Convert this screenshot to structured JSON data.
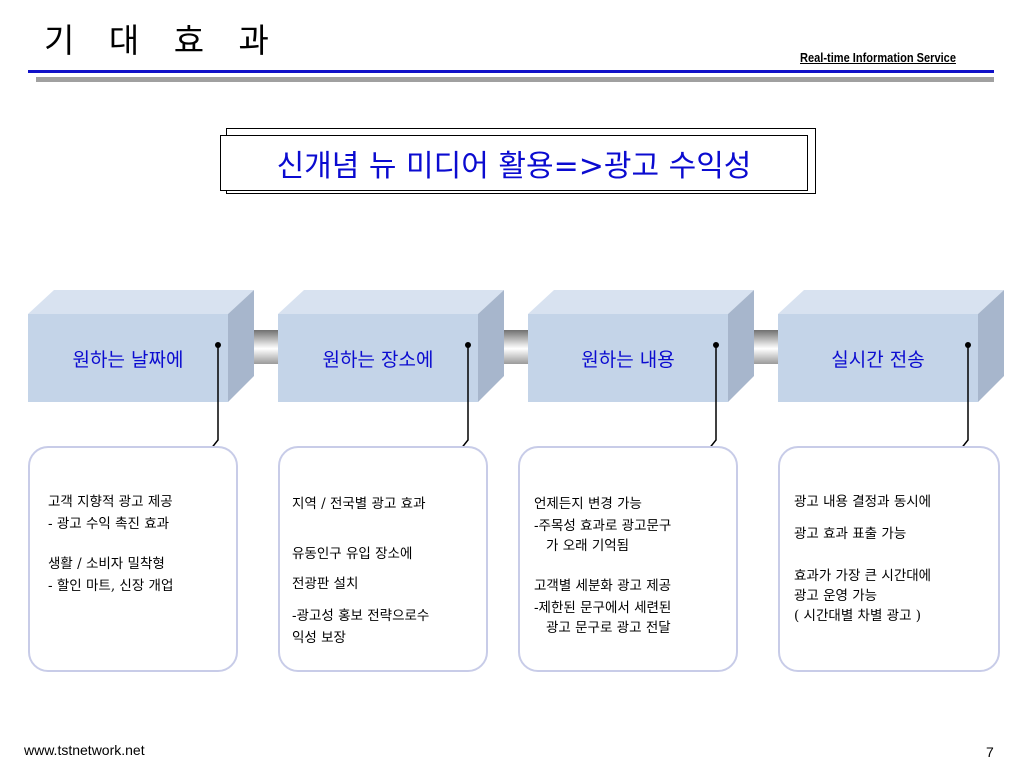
{
  "header": {
    "title": "기 대 효 과",
    "brand": "Real-time  Information  Service"
  },
  "headline": "신개념 뉴 미디어 활용=>광고 수익성",
  "steps": [
    {
      "label": "원하는 날짜에",
      "lines": [
        "고객 지향적 광고 제공",
        "- 광고 수익 촉진 효과",
        "생활 / 소비자 밀착형",
        "- 할인 마트, 신장 개업"
      ]
    },
    {
      "label": "원하는 장소에",
      "lines": [
        "지역 / 전국별 광고 효과",
        "유동인구 유입 장소에",
        "전광판 설치",
        "-광고성 홍보 전략으로수",
        "익성 보장"
      ]
    },
    {
      "label": "원하는 내용",
      "lines": [
        "언제든지 변경 가능",
        "-주목성 효과로 광고문구",
        "가 오래 기억됨",
        "고객별 세분화 광고 제공",
        "-제한된 문구에서 세련된",
        "광고 문구로 광고 전달"
      ]
    },
    {
      "label": "실시간 전송",
      "lines": [
        "광고 내용 결정과 동시에",
        "광고 효과  표출 가능",
        "효과가 가장 큰 시간대에",
        "광고 운영 가능",
        "( 시간대별 차별 광고 )"
      ]
    }
  ],
  "footer": {
    "website": "www.tstnetwork.net",
    "page": "7"
  },
  "colors": {
    "accent_blue": "#0b0bd0",
    "cube_front": "#c4d4e8",
    "cube_side": "#a7b6cc",
    "cube_top": "#d8e2f0"
  }
}
